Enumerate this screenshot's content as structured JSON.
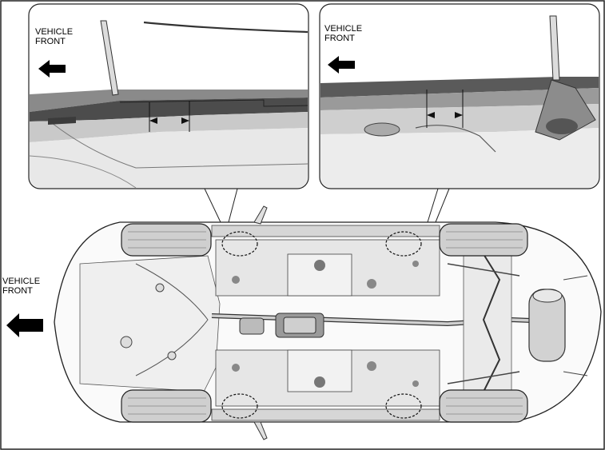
{
  "labels": {
    "detail_left": {
      "line1": "VEHICLE",
      "line2": "FRONT"
    },
    "detail_right": {
      "line1": "VEHICLE",
      "line2": "FRONT"
    },
    "main": {
      "line1": "VEHICLE",
      "line2": "FRONT"
    }
  },
  "icons": {
    "direction": "arrow-left-icon",
    "measure": "double-arrow-marker-icon",
    "highlight": "dashed-ellipse-highlight"
  },
  "colors": {
    "line": "#1a1a1a",
    "panel_fill": "#f4f4f4",
    "shade": "#bdbdbd",
    "dark_shade": "#6f6f6f",
    "border": "#222222"
  }
}
